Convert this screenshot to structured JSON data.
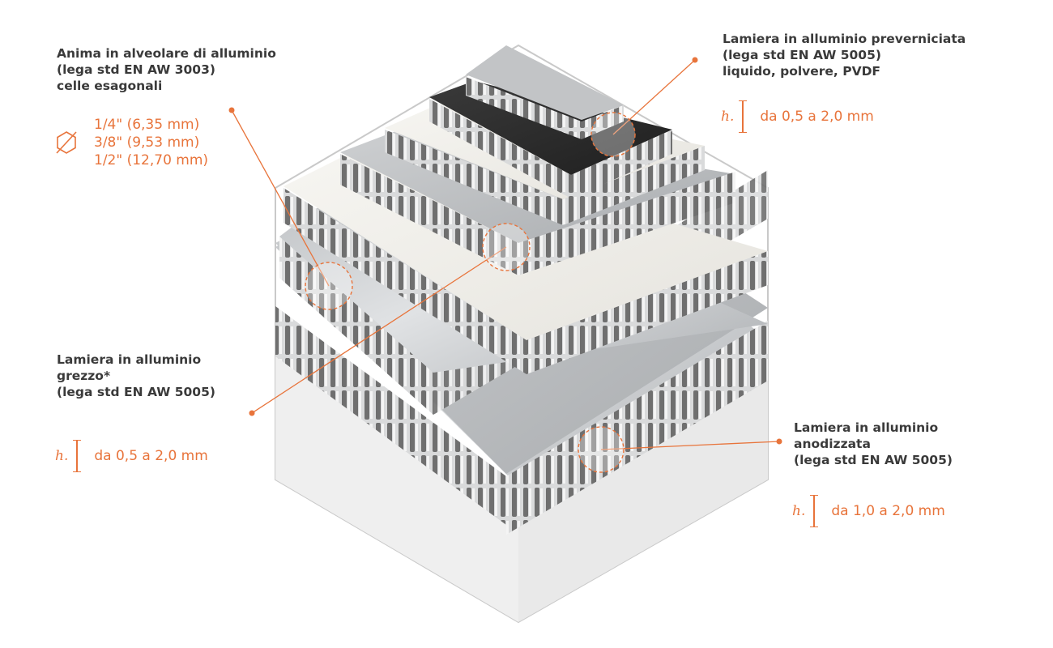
{
  "core": {
    "title_lines": [
      "Anima in alveolare di alluminio",
      "(lega std EN AW 3003)",
      "celle esagonali"
    ],
    "cell_sizes": [
      "1/4\" (6,35 mm)",
      "3/8\" (9,53 mm)",
      "1/2\" (12,70 mm)"
    ],
    "icon": "hexagon-diameter-icon"
  },
  "prepainted": {
    "title_lines": [
      "Lamiera in alluminio preverniciata",
      "(lega std EN AW 5005)",
      "liquido, polvere, PVDF"
    ],
    "h_symbol": "h.",
    "range": "da 0,5 a 2,0 mm"
  },
  "raw": {
    "title_lines": [
      "Lamiera in alluminio",
      "grezzo*",
      "(lega std EN AW 5005)"
    ],
    "h_symbol": "h.",
    "range": "da 0,5 a 2,0 mm"
  },
  "anodized": {
    "title_lines": [
      "Lamiera in alluminio",
      "anodizzata",
      "(lega std EN AW 5005)"
    ],
    "h_symbol": "h.",
    "range": "da 1,0 a 2,0 mm"
  },
  "colors": {
    "accent": "#e8743b",
    "text": "#3a3a3a",
    "panel_black": "#2b2b2b",
    "panel_white": "#f1efe9",
    "panel_silver": "#c7c9cc"
  }
}
